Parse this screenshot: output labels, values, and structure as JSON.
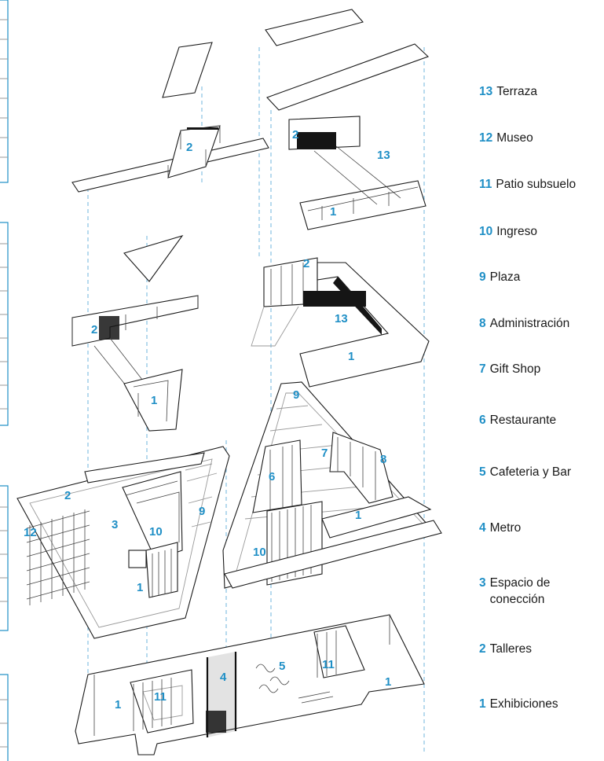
{
  "legend": [
    {
      "num": "13",
      "label": "Terraza"
    },
    {
      "num": "12",
      "label": "Museo"
    },
    {
      "num": "11",
      "label": "Patio subsuelo"
    },
    {
      "num": "10",
      "label": "Ingreso"
    },
    {
      "num": "9",
      "label": "Plaza"
    },
    {
      "num": "8",
      "label": "Administración"
    },
    {
      "num": "7",
      "label": "Gift Shop"
    },
    {
      "num": "6",
      "label": "Restaurante"
    },
    {
      "num": "5",
      "label": "Cafeteria y Bar"
    },
    {
      "num": "4",
      "label": "Metro"
    },
    {
      "num": "3",
      "label": "Espacio de\nconección"
    },
    {
      "num": "2",
      "label": "Talleres"
    },
    {
      "num": "1",
      "label": "Exhibiciones"
    }
  ],
  "plan_labels": {
    "l2_roof_left": "2",
    "l2_right": "2",
    "l13_right_top": "13",
    "l1_right_top": "1",
    "l2_mid_left": "2",
    "l1_mid_left": "1",
    "l2_mid_right": "2",
    "l13_mid_right": "13",
    "l1_mid_right": "1",
    "l9_right": "9",
    "l7": "7",
    "l8": "8",
    "l6": "6",
    "l1_ground_right": "1",
    "l10_right": "10",
    "l2_ground_left": "2",
    "l3": "3",
    "l12": "12",
    "l10_left": "10",
    "l9_left": "9",
    "l1_ground_left": "1",
    "l4": "4",
    "l5": "5",
    "l11_right": "11",
    "l11_left": "11",
    "l1_basement_left": "1",
    "l1_basement_right": "1"
  }
}
